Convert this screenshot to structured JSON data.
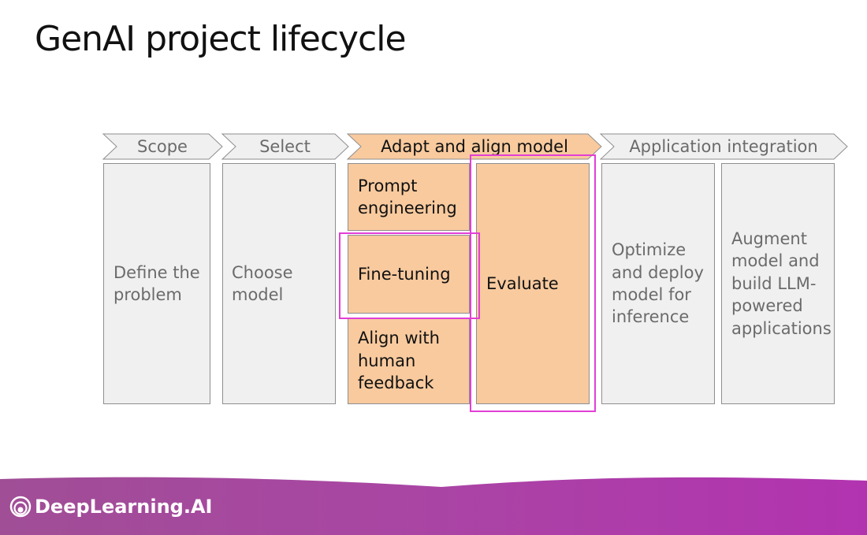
{
  "title": "GenAI project lifecycle",
  "stages": {
    "scope": "Scope",
    "select": "Select",
    "adapt": "Adapt and align model",
    "integration": "Application integration"
  },
  "boxes": {
    "define": "Define the problem",
    "choose": "Choose model",
    "prompt": "Prompt engineering",
    "finetune": "Fine-tuning",
    "align": "Align with human feedback",
    "evaluate": "Evaluate",
    "optimize": "Optimize and deploy model for inference",
    "augment": "Augment model and build LLM-powered applications"
  },
  "footer": {
    "logo_text": "DeepLearning.AI"
  },
  "colors": {
    "highlight": "#e23fd6",
    "active_stage": "#f8ca9e",
    "inactive_stage": "#f0f0f0",
    "footer": "#a946a3"
  }
}
